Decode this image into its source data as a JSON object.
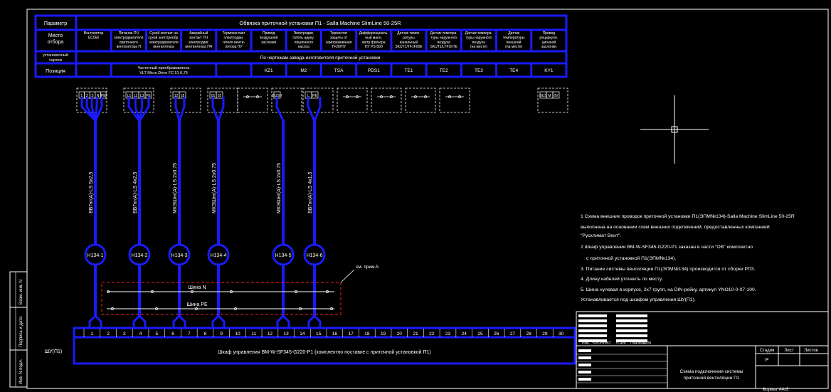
{
  "header_table": {
    "row1_label": "Параметр",
    "title": "Обвязка приточной установки П1 - Salla Machine SlimLine 50-25R",
    "row2_label_line1": "Место",
    "row2_label_line2": "отбора",
    "row3_label_line1": "установочный",
    "row3_label_line2": "чертеж",
    "row3_text": "По чертежам завода-изготовителя приточной установки",
    "position_label": "Позиция",
    "columns": [
      {
        "desc": [
          "Вентилятор",
          "ЕС050"
        ],
        "pos": ""
      },
      {
        "desc": [
          "Питание ПЧ",
          "электродвигателя",
          "приточного",
          "вентилятора П"
        ],
        "pos": "Частотный преобразователь VLT Micro Drive FC 51 0,75"
      },
      {
        "desc": [
          "Сухой контакт на",
          "сухой конт.преобр.",
          "электродвигателя",
          "вентилятора"
        ],
        "pos": ""
      },
      {
        "desc": [
          "Аварийный",
          "контакт ПЧ",
          "электродвиг.",
          "вентилятора ПЧ"
        ],
        "pos": ""
      },
      {
        "desc": [
          "Термоконтакт",
          "электродви-",
          "гателя венти-",
          "лятора ПУ"
        ],
        "pos": ""
      },
      {
        "desc": [
          "Привод",
          "воздушной",
          "заслонки"
        ],
        "pos": "KZ1"
      },
      {
        "desc": [
          "Электродви-",
          "гатель цирку-",
          "ляционного",
          "насоса"
        ],
        "pos": "M2"
      },
      {
        "desc": [
          "Термостат",
          "защиты от",
          "замораживания",
          "TF20/HY"
        ],
        "pos": "TSA"
      },
      {
        "desc": [
          "Дифференциаль-",
          "ный мано-",
          "метр фильтра",
          "ПУ PS-500"
        ],
        "pos": "PDS1"
      },
      {
        "desc": [
          "Датчик темпе-",
          "ратуры",
          "канальный",
          "SKUT1/TF1F00E"
        ],
        "pos": "TE1"
      },
      {
        "desc": [
          "Датчик темпера-",
          "туры наружного",
          "воздуха",
          "SKUT1/LTF1KTE"
        ],
        "pos": "TE2"
      },
      {
        "desc": [
          "Датчик темпера-",
          "туры наружного",
          "воздуха",
          "(на месте)"
        ],
        "pos": "TE3"
      },
      {
        "desc": [
          "Датчик",
          "температуры",
          "внешний",
          "(на месте)"
        ],
        "pos": "TE4"
      },
      {
        "desc": [
          "Привод",
          "рециркуля-",
          "ционной",
          "заслонки"
        ],
        "pos": "KY1"
      }
    ]
  },
  "terminal_blocks": [
    {
      "labels": [
        "1",
        "2",
        "3",
        "N",
        "PE"
      ]
    },
    {
      "labels": [
        "L1",
        "L2",
        "L3",
        "PE"
      ]
    },
    {
      "labels": [
        "12",
        "18"
      ]
    },
    {
      "labels": [
        "01",
        "02"
      ]
    },
    {
      "labels": []
    },
    {
      "labels": [
        "BUSH"
      ]
    },
    {
      "labels": [
        "L",
        "PE"
      ]
    },
    {
      "labels": []
    },
    {
      "labels": []
    },
    {
      "labels": []
    },
    {
      "labels": []
    },
    {
      "labels": [
        "BUS",
        "M",
        "0V"
      ]
    }
  ],
  "cables": [
    {
      "spec": "ВВГнг(А)-LS 5х2,5",
      "tag": "H134-1"
    },
    {
      "spec": "ВВГнг(А)-LS 4х2,5",
      "tag": "H134-2"
    },
    {
      "spec": "МКЭШнг(А)-LS 2х0,75",
      "tag": "H134-3"
    },
    {
      "spec": "МКЭШнг(А)-LS 2х0,75",
      "tag": "H134-4"
    },
    {
      "spec": "МКЭШнг(А)-LS 2х0,75",
      "tag": "H134-5"
    },
    {
      "spec": "ВВГнг(А)-LS 4х1,5",
      "tag": "H134-6"
    }
  ],
  "bus_n_label": "Шина N",
  "bus_pe_label": "Шина PE",
  "note_ref": "см. прим.5",
  "terminal_numbers": [
    "1",
    "2",
    "3",
    "4",
    "5",
    "6",
    "7",
    "8",
    "9",
    "10",
    "11",
    "12",
    "13",
    "14",
    "15",
    "16",
    "17",
    "18",
    "19",
    "20",
    "21",
    "22",
    "23",
    "24",
    "25",
    "26",
    "27",
    "28",
    "29",
    "30"
  ],
  "panel": {
    "tag": "ШУ(П1)",
    "title": "Шкаф управления ВМ-W-SF345-G220-P1 (комплектно поставке с приточной установкой П1)"
  },
  "notes": [
    "1 Схема внешних проводок приточной установки П1(ЭПМ№134)-Salla Machine SlimLine 50-25R",
    "выполнена на основании схем внешних подключений, предоставленных компанией",
    "\"Русклимат Вент\".",
    "2 Шкаф управления ВМ-W-SF345-G220-P1 заказан в части \"ОВ\" комплектно",
    "с приточной установкой П1(ЭПМ№134).",
    "3. Питание системы вентиляции П1(ЭПМ№134) производится от сборки РП3.",
    "4. Длину кабелей уточнить по месту.",
    "5. Шина нулевая в корпусе, 2х7 групп, на DIN-рейку, артикул YNO10-0-07-100.",
    "Устанавливается под шкафом управления ШУ(П1)."
  ],
  "title_block": {
    "stamp_headers": [
      "Изм.",
      "Кол.уч.",
      "Лист",
      "N док.",
      "Подпись",
      "Дата"
    ],
    "col_stage": "Стадия",
    "col_sheet": "Лист",
    "col_sheets": "Листов",
    "stage_value": "Р",
    "drawing_title_line1": "Схема подключения системы",
    "drawing_title_line2": "приточной вентиляции П1",
    "format": "Формат А4х3"
  },
  "left_stamp": [
    "Инв. N подл.",
    "Подпись и дата",
    "Взам. инв. N"
  ],
  "colors": {
    "background": "#000000",
    "border": "#1a1aff",
    "line_white": "#ffffff",
    "red_dashed": "#ff2020"
  }
}
